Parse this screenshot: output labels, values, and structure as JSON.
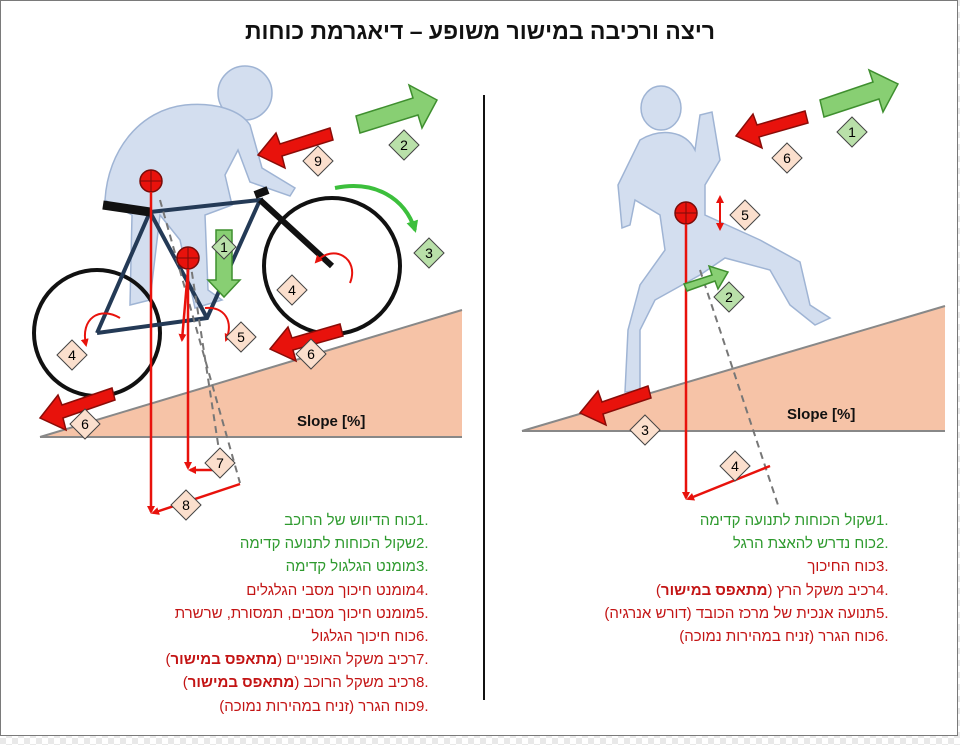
{
  "title": "ריצה ורכיבה במישור משופע – דיאגרמת כוחות",
  "slope_label": "Slope [%]",
  "colors": {
    "green_text": "#2e9a2e",
    "red_text": "#c31414",
    "red_arrow": "#e8120c",
    "green_arrow": "#88cf73",
    "slope_fill": "#f6c3a7",
    "silhouette": "#d3deef"
  },
  "bike": {
    "badges": [
      "1",
      "2",
      "3",
      "4",
      "4",
      "5",
      "6",
      "6",
      "7",
      "8",
      "9"
    ],
    "legend": [
      {
        "num": "1.",
        "text": "כוח הדיווש של הרוכב",
        "color": "green"
      },
      {
        "num": "2.",
        "text": "שקול הכוחות לתנועה קדימה",
        "color": "green"
      },
      {
        "num": "3.",
        "text": "מומנט הגלגול קדימה",
        "color": "green"
      },
      {
        "num": "4.",
        "text": "מומנט חיכוך מסבי הגלגלים",
        "color": "red"
      },
      {
        "num": "5.",
        "text": "מומנט חיכוך מסבים, תמסורת, שרשרת",
        "color": "red"
      },
      {
        "num": "6.",
        "text": "כוח חיכוך הגלגול",
        "color": "red"
      },
      {
        "num": "7.",
        "text": "רכיב משקל האופניים (",
        "emph": "מתאפס במישור",
        "tail": ")",
        "color": "red"
      },
      {
        "num": "8.",
        "text": "רכיב משקל הרוכב (",
        "emph": "מתאפס במישור",
        "tail": ")",
        "color": "red"
      },
      {
        "num": "9.",
        "text": "כוח הגרר (זניח במהירות נמוכה)",
        "color": "red"
      }
    ]
  },
  "run": {
    "badges": [
      "1",
      "2",
      "3",
      "4",
      "5",
      "6"
    ],
    "legend": [
      {
        "num": "1.",
        "text": "שקול הכוחות לתנועה קדימה",
        "color": "green"
      },
      {
        "num": "2.",
        "text": "כוח נדרש להאצת הרגל",
        "color": "green"
      },
      {
        "num": "3.",
        "text": "כוח החיכוך",
        "color": "red"
      },
      {
        "num": "4.",
        "text": "רכיב משקל הרץ (",
        "emph": "מתאפס במישור",
        "tail": ")",
        "color": "red"
      },
      {
        "num": "5.",
        "text": "תנועה אנכית של מרכז הכובד (דורש אנרגיה)",
        "color": "red"
      },
      {
        "num": "6.",
        "text": "כוח הגרר (זניח במהירות נמוכה)",
        "color": "red"
      }
    ]
  }
}
